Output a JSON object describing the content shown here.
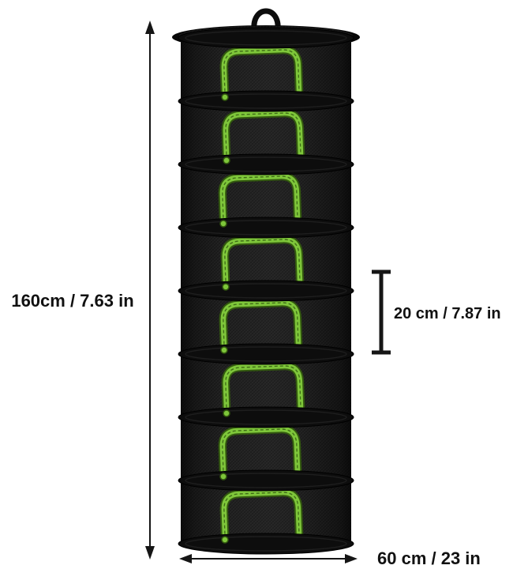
{
  "product": {
    "name": "8-tier black mesh hanging drying rack with green zippers",
    "tier_count": 8,
    "colors": {
      "mesh_base": "#1c1c1c",
      "rim": "#0d0d0d",
      "zipper_green": "#7ec63a",
      "zipper_dark": "#33590f",
      "annotation": "#151515"
    }
  },
  "dimensions": {
    "height_label": "160cm / 7.63 in",
    "tier_height_label": "20 cm / 7.87 in",
    "diameter_label": "60 cm / 23 in"
  }
}
